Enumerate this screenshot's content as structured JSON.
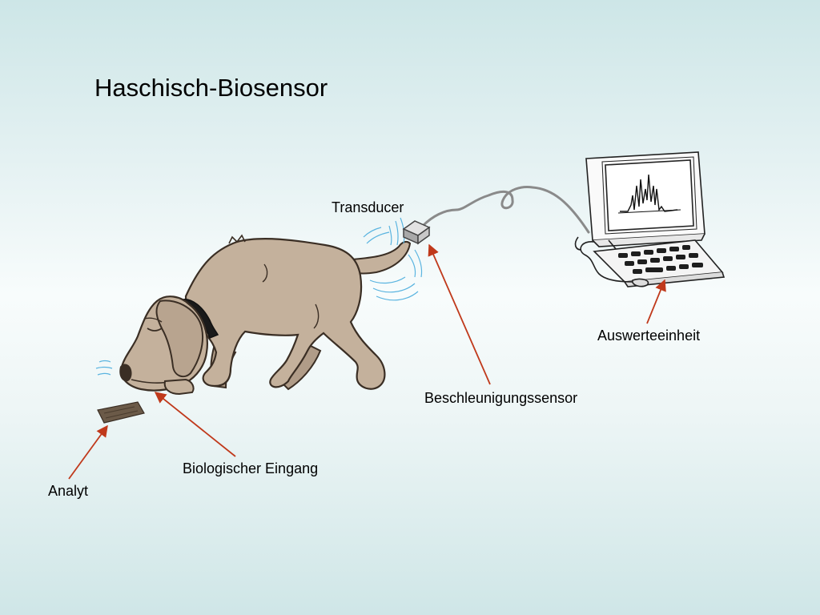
{
  "title": "Haschisch-Biosensor",
  "labels": {
    "transducer": "Transducer",
    "evaluation_unit": "Auswerteeinheit",
    "acceleration_sensor": "Beschleunigungssensor",
    "biological_input": "Biologischer Eingang",
    "analyte": "Analyt"
  },
  "colors": {
    "arrow": "#c0391b",
    "dog_fill": "#c4b19c",
    "dog_outline": "#3a2e24",
    "collar": "#1a1a1a",
    "hash_block": "#6b5a48",
    "vibration_lines": "#5ab4e0",
    "cable": "#8a8a8a"
  },
  "icons": [
    "dog-illustration",
    "hash-block-icon",
    "transducer-sensor-icon",
    "computer-illustration",
    "signal-spectrum-icon"
  ]
}
